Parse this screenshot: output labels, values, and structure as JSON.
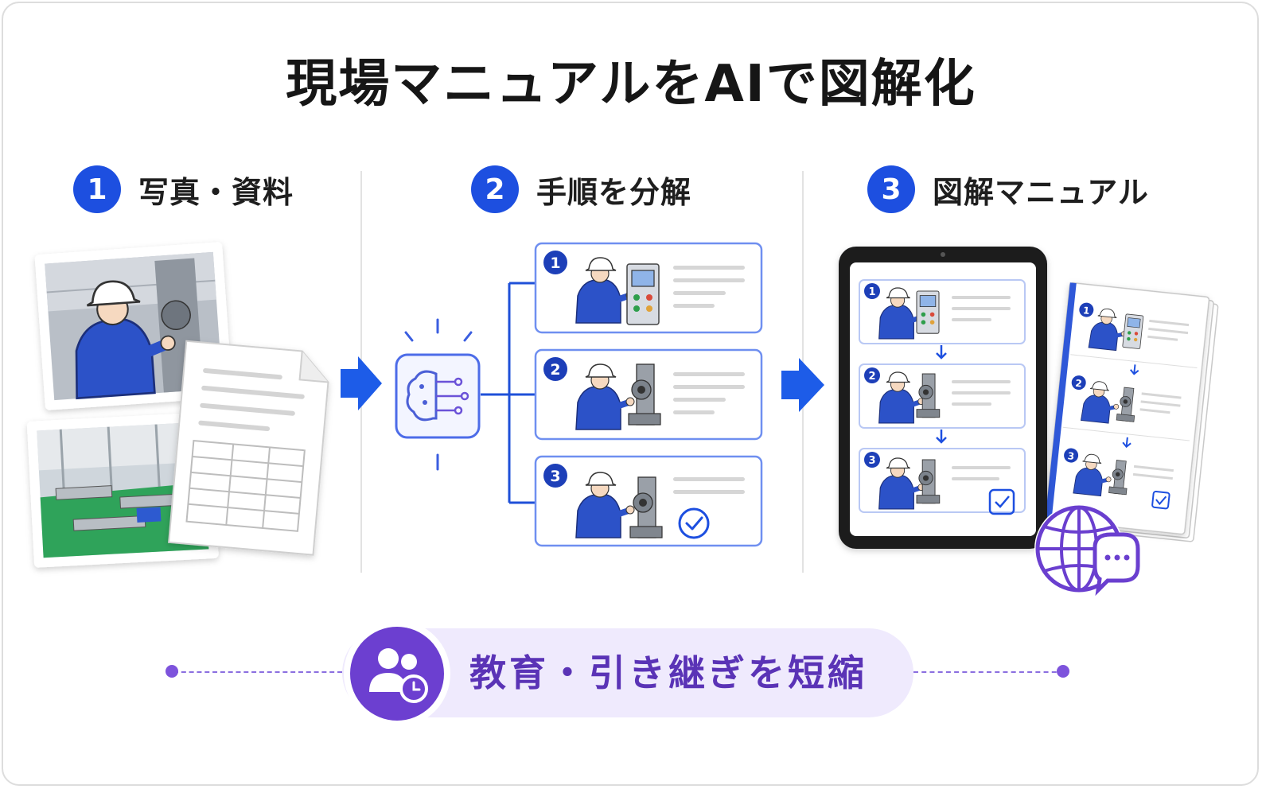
{
  "title": "現場マニュアルをAIで図解化",
  "steps": [
    {
      "number": "1",
      "label": "写真・資料"
    },
    {
      "number": "2",
      "label": "手順を分解"
    },
    {
      "number": "3",
      "label": "図解マニュアル"
    }
  ],
  "cards": [
    "1",
    "2",
    "3"
  ],
  "banner": {
    "text": "教育・引き継ぎを短縮"
  },
  "colors": {
    "accent_blue": "#1d4fe0",
    "card_border": "#6f8ff0",
    "purple": "#6c3fd0",
    "banner_bg": "#efeafd"
  }
}
